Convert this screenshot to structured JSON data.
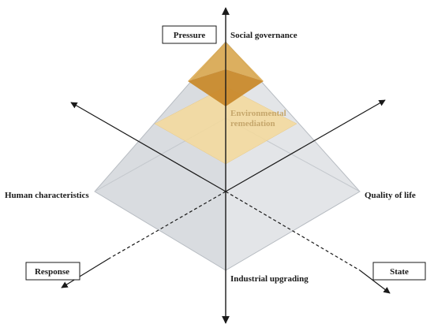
{
  "diagram": {
    "boxes": {
      "pressure": "Pressure",
      "response": "Response",
      "state": "State"
    },
    "vertices": {
      "top": "Social governance",
      "left": "Human characteristics",
      "right": "Quality of life",
      "bottom": "Industrial upgrading"
    },
    "inner": {
      "line1": "Environmental",
      "line2": "remediation"
    },
    "colors": {
      "pyramid_face": "#dcdfe3",
      "inner_layer": "#f5d99a",
      "apex_dark": "#c9892a",
      "apex_light": "#d9a443",
      "inner_text": "#c6a76c",
      "axis": "#1a1a1a"
    }
  }
}
